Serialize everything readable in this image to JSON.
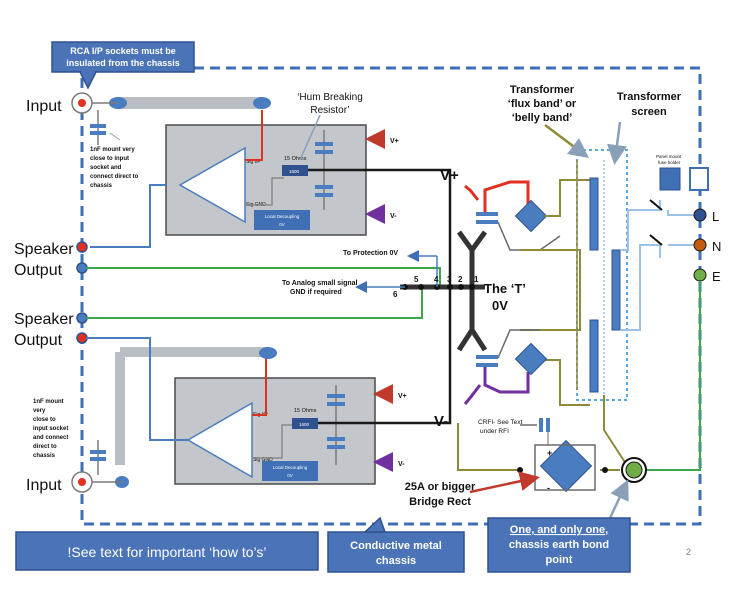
{
  "callouts": {
    "rca_note": [
      "RCA I/P sockets must be",
      "insulated from the chassis"
    ],
    "see_text": "!See text for important ‘how to’s’",
    "conductive": [
      "Conductive metal",
      "chassis"
    ],
    "earth_bond": [
      "One, and only one,",
      "chassis earth bond",
      "point"
    ]
  },
  "labels": {
    "input_top": "Input",
    "input_bottom": "Input",
    "speaker_top_1": "Speaker",
    "output_top": "Output",
    "speaker_bottom": "Speaker",
    "output_bottom": "Output",
    "cap_note_top": [
      "1nF mount very",
      "close to input",
      "socket and",
      "connect direct to",
      "chassis"
    ],
    "cap_note_bottom": [
      "1nF mount",
      "very",
      "close to",
      "input socket",
      "and connect",
      "direct to",
      "chassis"
    ],
    "hum_breaking": [
      "‘Hum Breaking",
      "Resistor’"
    ],
    "flux_band": [
      "Transformer",
      "‘flux band’ or",
      "‘belly band’"
    ],
    "screen": [
      "Transformer",
      "screen"
    ],
    "vplus_top": "V+",
    "vminus_top": "V-",
    "vplus_bottom": "V+",
    "vminus_bottom": "V-",
    "vplus_psu": "V+",
    "vminus_psu": "V-",
    "to_protection": "To Protection 0V",
    "to_analog": [
      "To Analog small signal",
      "GND if required"
    ],
    "the_t": "The ‘T’",
    "zero_v": "0V",
    "node_numbers": [
      "5",
      "4",
      "3",
      "2",
      "1",
      "6"
    ],
    "crfi": [
      "CRFI- See Text",
      "under RFI"
    ],
    "bridge": [
      "25A or bigger",
      "Bridge Rect"
    ],
    "mains_L": "L",
    "mains_N": "N",
    "mains_E": "E",
    "fuse_holder": [
      "Panel mount",
      "fuse holder"
    ],
    "page_number": "2",
    "bridge_plus": "+",
    "bridge_minus": "-"
  },
  "amp_top": {
    "sig_ip": "Sig I/P",
    "sig_gnd": "Sig GND",
    "res_label": "15 Ohms",
    "res_body": "1600",
    "decoupling": [
      "Local Decoupling",
      "0V"
    ]
  },
  "amp_bottom": {
    "sig_ip": "Sig I/P",
    "sig_gnd": "Sig GND",
    "res_label": "15 Ohms",
    "res_body": "1600",
    "decoupling": [
      "Local Decoupling",
      "0V"
    ]
  },
  "colors": {
    "callout_fill": "#4a73b8",
    "callout_border": "#2f528f",
    "chassis_dash": "#3f6fb5",
    "amp_box": "#bfc3c8",
    "wire_red": "#e03020",
    "wire_green": "#3aa84a",
    "wire_blue": "#4a7cc0",
    "wire_black": "#1a1a1a",
    "wire_olive": "#8f8a3a",
    "wire_purple": "#7030a0",
    "wire_lightblue": "#9cc3e6",
    "arrow_red": "#c0392b",
    "arrow_purple": "#7030a0",
    "arrow_blue": "#3f6fb5"
  }
}
